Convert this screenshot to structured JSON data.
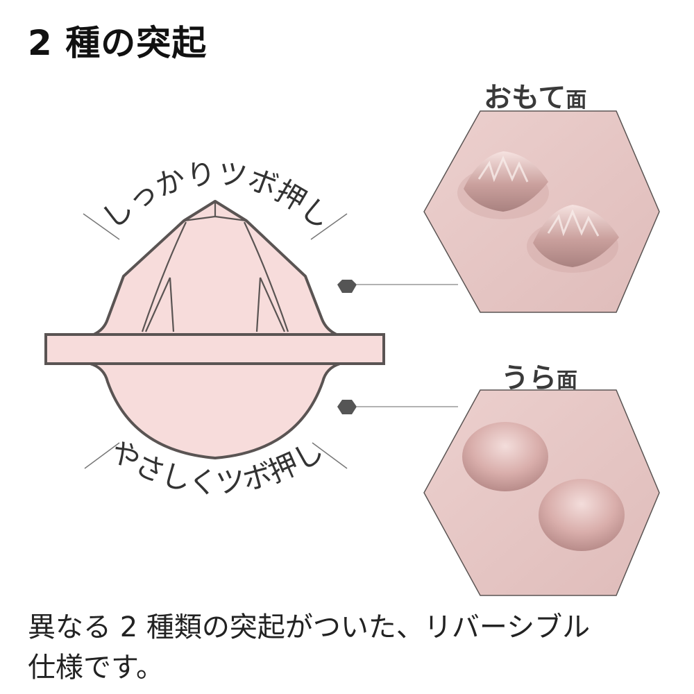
{
  "title": "2 種の突起",
  "diagram": {
    "top_label": "しっかりツボ押し",
    "bottom_label": "やさしくツボ押し"
  },
  "faces": {
    "front": {
      "label": "おもて",
      "suffix": "面"
    },
    "back": {
      "label": "うら",
      "suffix": "面"
    }
  },
  "caption": {
    "line1": "異なる 2 種類の突起がついた、リバーシブル",
    "line2": "仕様です。"
  },
  "colors": {
    "product_fill": "#f7dcdb",
    "outline": "#5a5453",
    "hexagon_fill": "#e7c5c3",
    "connector": "#555555"
  },
  "icons": [
    "hexagon-bullet-icon",
    "hexagon-bullet-icon"
  ]
}
